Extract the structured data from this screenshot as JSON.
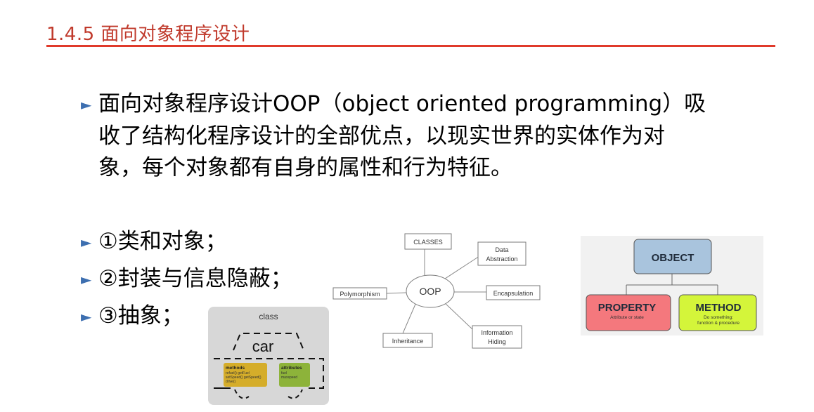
{
  "header": {
    "title": "1.4.5  面向对象程序设计"
  },
  "intro": {
    "lines": [
      "面向对象程序设计OOP（object oriented programming）吸",
      "收了结构化程序设计的全部优点，以现实世界的实体作为对",
      "象，每个对象都有自身的属性和行为特征。"
    ]
  },
  "points": [
    {
      "label": "①类和对象；"
    },
    {
      "label": "②封装与信息隐蔽；"
    },
    {
      "label": "③抽象；"
    }
  ],
  "car_diagram": {
    "caption": "class",
    "name": "car",
    "methods_title": "methods",
    "methods_lines": [
      "refuel() getFuel",
      "setSpeed() getSpeed()",
      "drive()"
    ],
    "attributes_title": "attributes",
    "attributes_lines": [
      "fuel",
      "maxspeed"
    ]
  },
  "oop_diagram": {
    "center": "OOP",
    "nodes": {
      "classes": "CLASSES",
      "data_abs_1": "Data",
      "data_abs_2": "Abstraction",
      "polymorphism": "Polymorphism",
      "encapsulation": "Encapsulation",
      "inheritance": "Inheritance",
      "info_1": "Information",
      "info_2": "Hiding"
    }
  },
  "object_diagram": {
    "root": "OBJECT",
    "property_title": "PROPERTY",
    "property_sub": "Attribute or state",
    "method_title": "METHOD",
    "method_sub_1": "Do something:",
    "method_sub_2": "function & procedure",
    "colors": {
      "root": "#a9c4dd",
      "property": "#f4787d",
      "method": "#d4f53a"
    }
  }
}
